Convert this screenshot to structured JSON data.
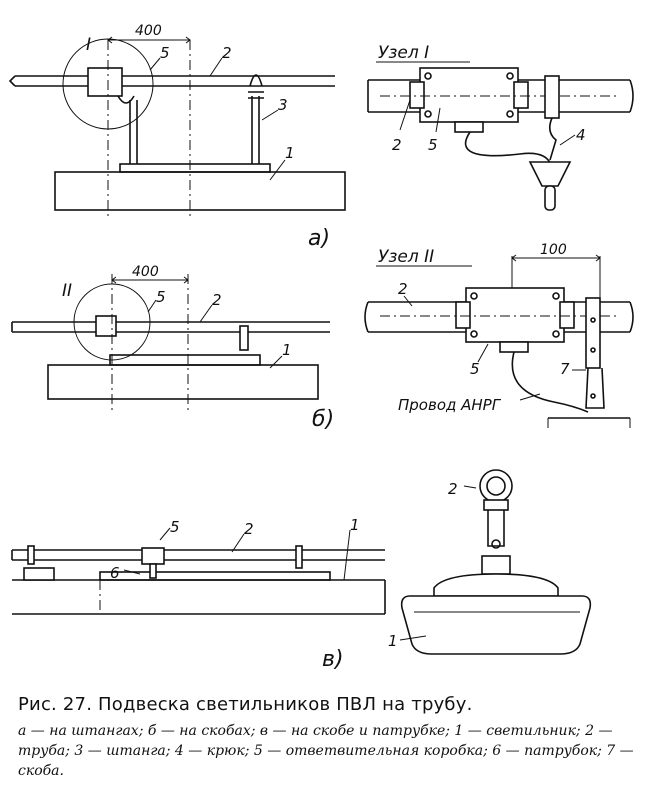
{
  "figure": {
    "labels": {
      "node_i": "I",
      "node_ii": "II",
      "dim_400": "400",
      "dim_100": "100",
      "uzel_i": "Узел I",
      "uzel_ii": "Узел II",
      "sub_a": "а)",
      "sub_b": "б)",
      "sub_v": "в)",
      "wire": "Провод АНРГ",
      "n1": "1",
      "n2": "2",
      "n3": "3",
      "n4": "4",
      "n5": "5",
      "n6": "6",
      "n7": "7"
    }
  },
  "caption": {
    "title": "Рис. 27. Подвеска светильников ПВЛ на трубу.",
    "text": "а — на штангах; б — на скобах; в — на скобе и патрубке; 1 — светильник; 2 — труба; 3 — штанга; 4 — крюк; 5 — ответвительная коробка; 6 — патрубок; 7 — скоба."
  }
}
